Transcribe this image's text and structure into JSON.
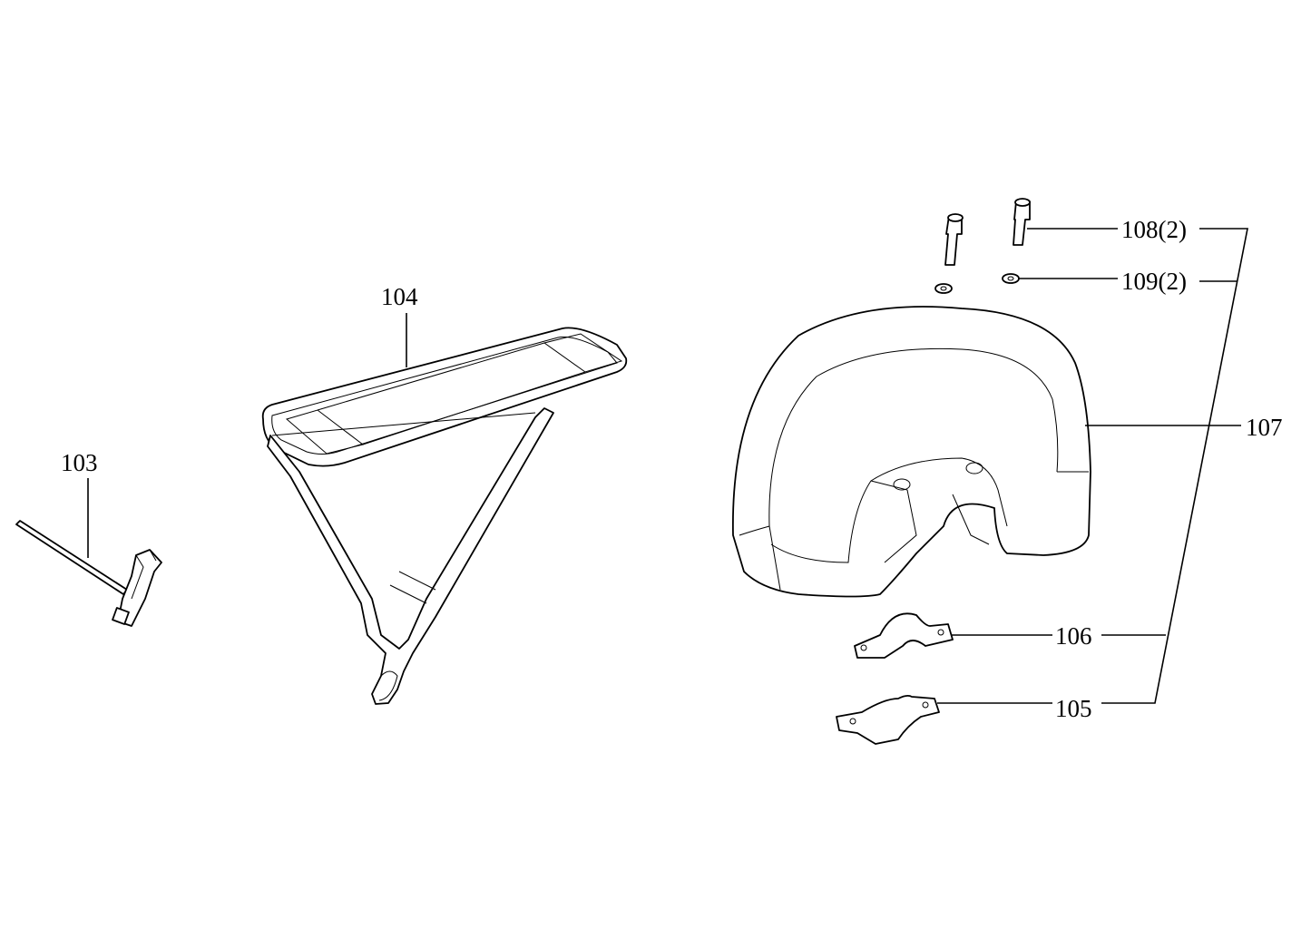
{
  "diagram": {
    "type": "exploded parts diagram",
    "callouts": {
      "p103": "103",
      "p104": "104",
      "p105": "105",
      "p106": "106",
      "p107": "107",
      "p108": "108(2)",
      "p109": "109(2)"
    }
  }
}
